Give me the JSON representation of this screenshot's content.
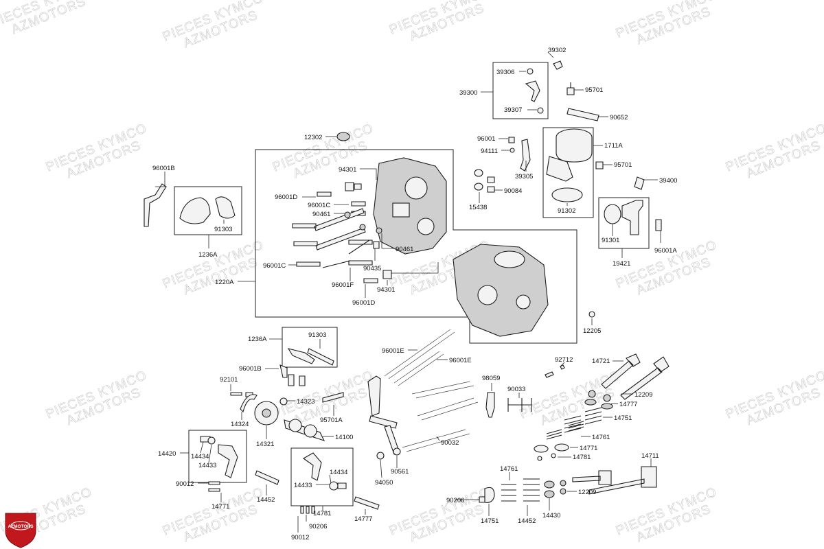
{
  "watermark": {
    "line1": "PIECES KYMCO",
    "line2": "AZMOTORS"
  },
  "logo": {
    "text": "AZMOTORS",
    "color": "#c0181d"
  },
  "callouts": [
    {
      "id": "39302",
      "text": "39302"
    },
    {
      "id": "39306",
      "text": "39306"
    },
    {
      "id": "39300",
      "text": "39300"
    },
    {
      "id": "95701a",
      "text": "95701"
    },
    {
      "id": "39307",
      "text": "39307"
    },
    {
      "id": "90652",
      "text": "90652"
    },
    {
      "id": "12302",
      "text": "12302"
    },
    {
      "id": "96001",
      "text": "96001"
    },
    {
      "id": "1711A",
      "text": "1711A"
    },
    {
      "id": "94111",
      "text": "94111"
    },
    {
      "id": "95701b",
      "text": "95701"
    },
    {
      "id": "39305",
      "text": "39305"
    },
    {
      "id": "96001B_top",
      "text": "96001B"
    },
    {
      "id": "94301_top",
      "text": "94301"
    },
    {
      "id": "39400",
      "text": "39400"
    },
    {
      "id": "90084",
      "text": "90084"
    },
    {
      "id": "96001D_top",
      "text": "96001D"
    },
    {
      "id": "96001C_top",
      "text": "96001C"
    },
    {
      "id": "15438",
      "text": "15438"
    },
    {
      "id": "91302",
      "text": "91302"
    },
    {
      "id": "90461_top",
      "text": "90461"
    },
    {
      "id": "91303_top",
      "text": "91303"
    },
    {
      "id": "91301",
      "text": "91301"
    },
    {
      "id": "96001A",
      "text": "96001A"
    },
    {
      "id": "90461_mid",
      "text": "90461"
    },
    {
      "id": "1236A_top",
      "text": "1236A"
    },
    {
      "id": "19421",
      "text": "19421"
    },
    {
      "id": "96001C_mid",
      "text": "96001C"
    },
    {
      "id": "90435",
      "text": "90435"
    },
    {
      "id": "1220A",
      "text": "1220A"
    },
    {
      "id": "96001F",
      "text": "96001F"
    },
    {
      "id": "94301_bot",
      "text": "94301"
    },
    {
      "id": "96001D_bot",
      "text": "96001D"
    },
    {
      "id": "12205",
      "text": "12205"
    },
    {
      "id": "91303_bot",
      "text": "91303"
    },
    {
      "id": "1236A_bot",
      "text": "1236A"
    },
    {
      "id": "96001E_a",
      "text": "96001E"
    },
    {
      "id": "96001E_b",
      "text": "96001E"
    },
    {
      "id": "92712",
      "text": "92712"
    },
    {
      "id": "14721",
      "text": "14721"
    },
    {
      "id": "96001B_bot",
      "text": "96001B"
    },
    {
      "id": "98059",
      "text": "98059"
    },
    {
      "id": "92101",
      "text": "92101"
    },
    {
      "id": "90033",
      "text": "90033"
    },
    {
      "id": "12209_a",
      "text": "12209"
    },
    {
      "id": "14323",
      "text": "14323"
    },
    {
      "id": "14777_a",
      "text": "14777"
    },
    {
      "id": "95701A",
      "text": "95701A"
    },
    {
      "id": "14751_a",
      "text": "14751"
    },
    {
      "id": "14324",
      "text": "14324"
    },
    {
      "id": "14321",
      "text": "14321"
    },
    {
      "id": "14100",
      "text": "14100"
    },
    {
      "id": "90032",
      "text": "90032"
    },
    {
      "id": "14761_a",
      "text": "14761"
    },
    {
      "id": "14420",
      "text": "14420"
    },
    {
      "id": "14434_a",
      "text": "14434"
    },
    {
      "id": "14771_a",
      "text": "14771"
    },
    {
      "id": "14781_a",
      "text": "14781"
    },
    {
      "id": "14711",
      "text": "14711"
    },
    {
      "id": "14433_a",
      "text": "14433"
    },
    {
      "id": "90561",
      "text": "90561"
    },
    {
      "id": "14434_b",
      "text": "14434"
    },
    {
      "id": "14761_b",
      "text": "14761"
    },
    {
      "id": "94050",
      "text": "94050"
    },
    {
      "id": "90012_a",
      "text": "90012"
    },
    {
      "id": "14433_b",
      "text": "14433"
    },
    {
      "id": "14452_a",
      "text": "14452"
    },
    {
      "id": "12209_b",
      "text": "12209"
    },
    {
      "id": "90206_a",
      "text": "90206"
    },
    {
      "id": "14781_b",
      "text": "14781"
    },
    {
      "id": "14430",
      "text": "14430"
    },
    {
      "id": "14777_b",
      "text": "14777"
    },
    {
      "id": "14452_b",
      "text": "14452"
    },
    {
      "id": "14751_b",
      "text": "14751"
    },
    {
      "id": "14771_b",
      "text": "14771"
    },
    {
      "id": "90206_b",
      "text": "90206"
    },
    {
      "id": "90012_b",
      "text": "90012"
    }
  ]
}
